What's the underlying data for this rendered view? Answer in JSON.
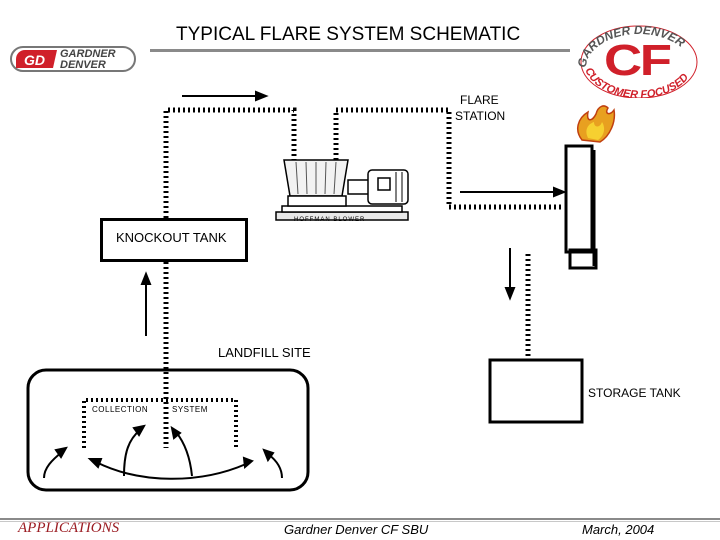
{
  "slide": {
    "title": "TYPICAL FLARE SYSTEM SCHEMATIC",
    "footer_left": "APPLICATIONS",
    "footer_center": "Gardner Denver CF SBU",
    "footer_right": "March, 2004"
  },
  "logos": {
    "gd_line1": "GARDNER",
    "gd_line2": "DENVER",
    "cf_letters": "CF",
    "cf_ring_top": "GARDNER DENVER",
    "cf_ring_bottom": "CUSTOMER FOCUSED",
    "brand_red": "#d0202a"
  },
  "labels": {
    "flare_station_line1": "FLARE",
    "flare_station_line2": "STATION",
    "blower": "HOFFMAN BLOWER",
    "knockout_tank": "KNOCKOUT TANK",
    "landfill_site": "LANDFILL SITE",
    "storage_tank": "STORAGE TANK",
    "collection": "COLLECTION",
    "system": "SYSTEM"
  }
}
